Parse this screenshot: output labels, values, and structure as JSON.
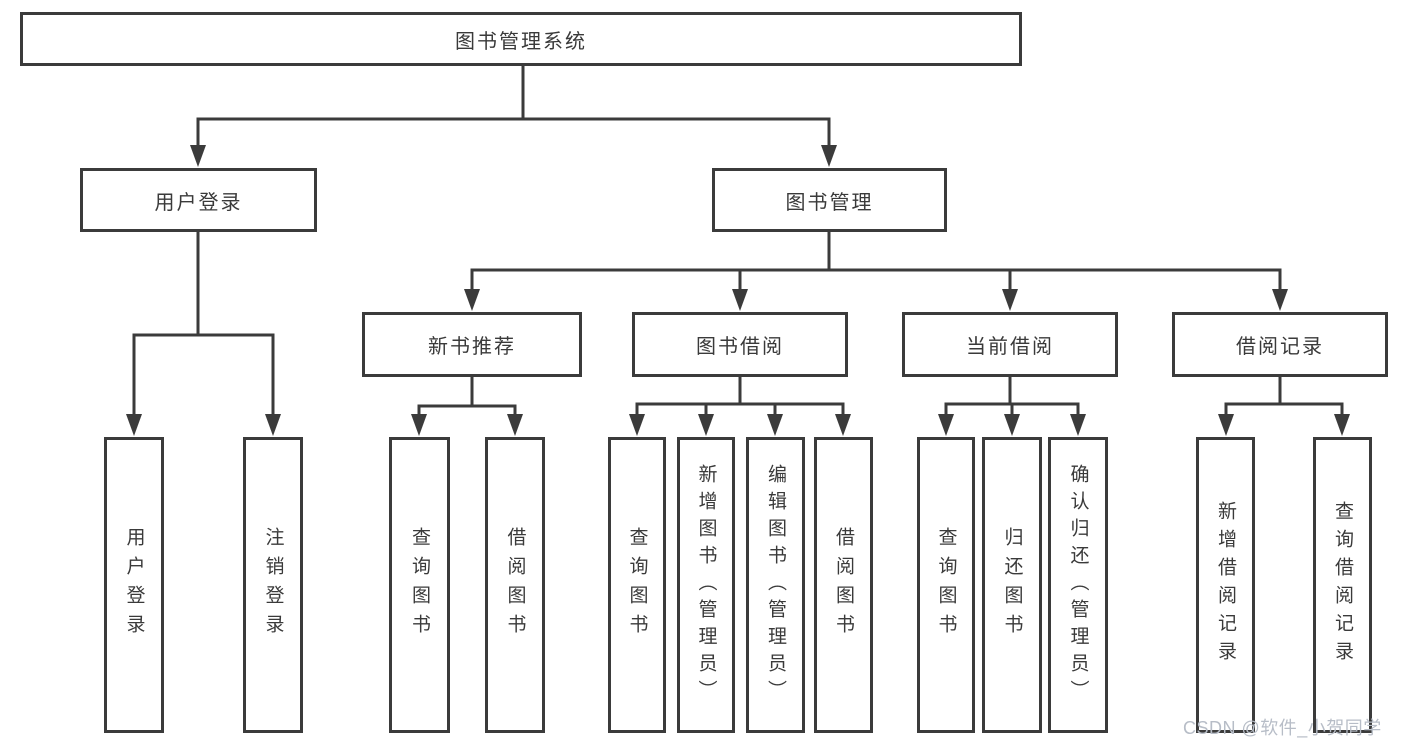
{
  "diagram_title": "图书管理系统",
  "tree": {
    "label": "图书管理系统",
    "children": [
      {
        "label": "用户登录",
        "children": [
          {
            "label": "用户登录"
          },
          {
            "label": "注销登录"
          }
        ]
      },
      {
        "label": "图书管理",
        "children": [
          {
            "label": "新书推荐",
            "children": [
              {
                "label": "查询图书"
              },
              {
                "label": "借阅图书"
              }
            ]
          },
          {
            "label": "图书借阅",
            "children": [
              {
                "label": "查询图书"
              },
              {
                "label": "新增图书（管理员）"
              },
              {
                "label": "编辑图书（管理员）"
              },
              {
                "label": "借阅图书"
              }
            ]
          },
          {
            "label": "当前借阅",
            "children": [
              {
                "label": "查询图书"
              },
              {
                "label": "归还图书"
              },
              {
                "label": "确认归还（管理员）"
              }
            ]
          },
          {
            "label": "借阅记录",
            "children": [
              {
                "label": "新增借阅记录"
              },
              {
                "label": "查询借阅记录"
              }
            ]
          }
        ]
      }
    ]
  },
  "colors": {
    "line": "#3b3b3b",
    "text": "#3a3a3a",
    "background": "#ffffff",
    "watermark": "#b7bdc7"
  },
  "watermark": {
    "text": "CSDN @软件_小贺同学"
  }
}
